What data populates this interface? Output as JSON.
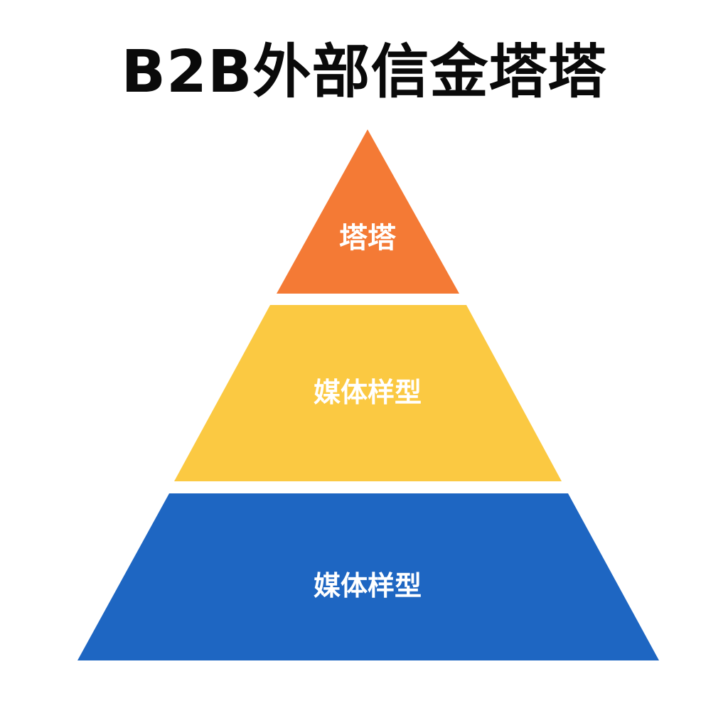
{
  "title": "B2B外部信金塔塔",
  "colors": {
    "background": "#ffffff",
    "title": "#0a0a0a",
    "label": "#ffffff"
  },
  "tiers": [
    {
      "label": "塔塔",
      "color": "#f47a35"
    },
    {
      "label": "媒体样型",
      "color": "#fbc942"
    },
    {
      "label": "媒体样型",
      "color": "#1e66c2"
    }
  ]
}
